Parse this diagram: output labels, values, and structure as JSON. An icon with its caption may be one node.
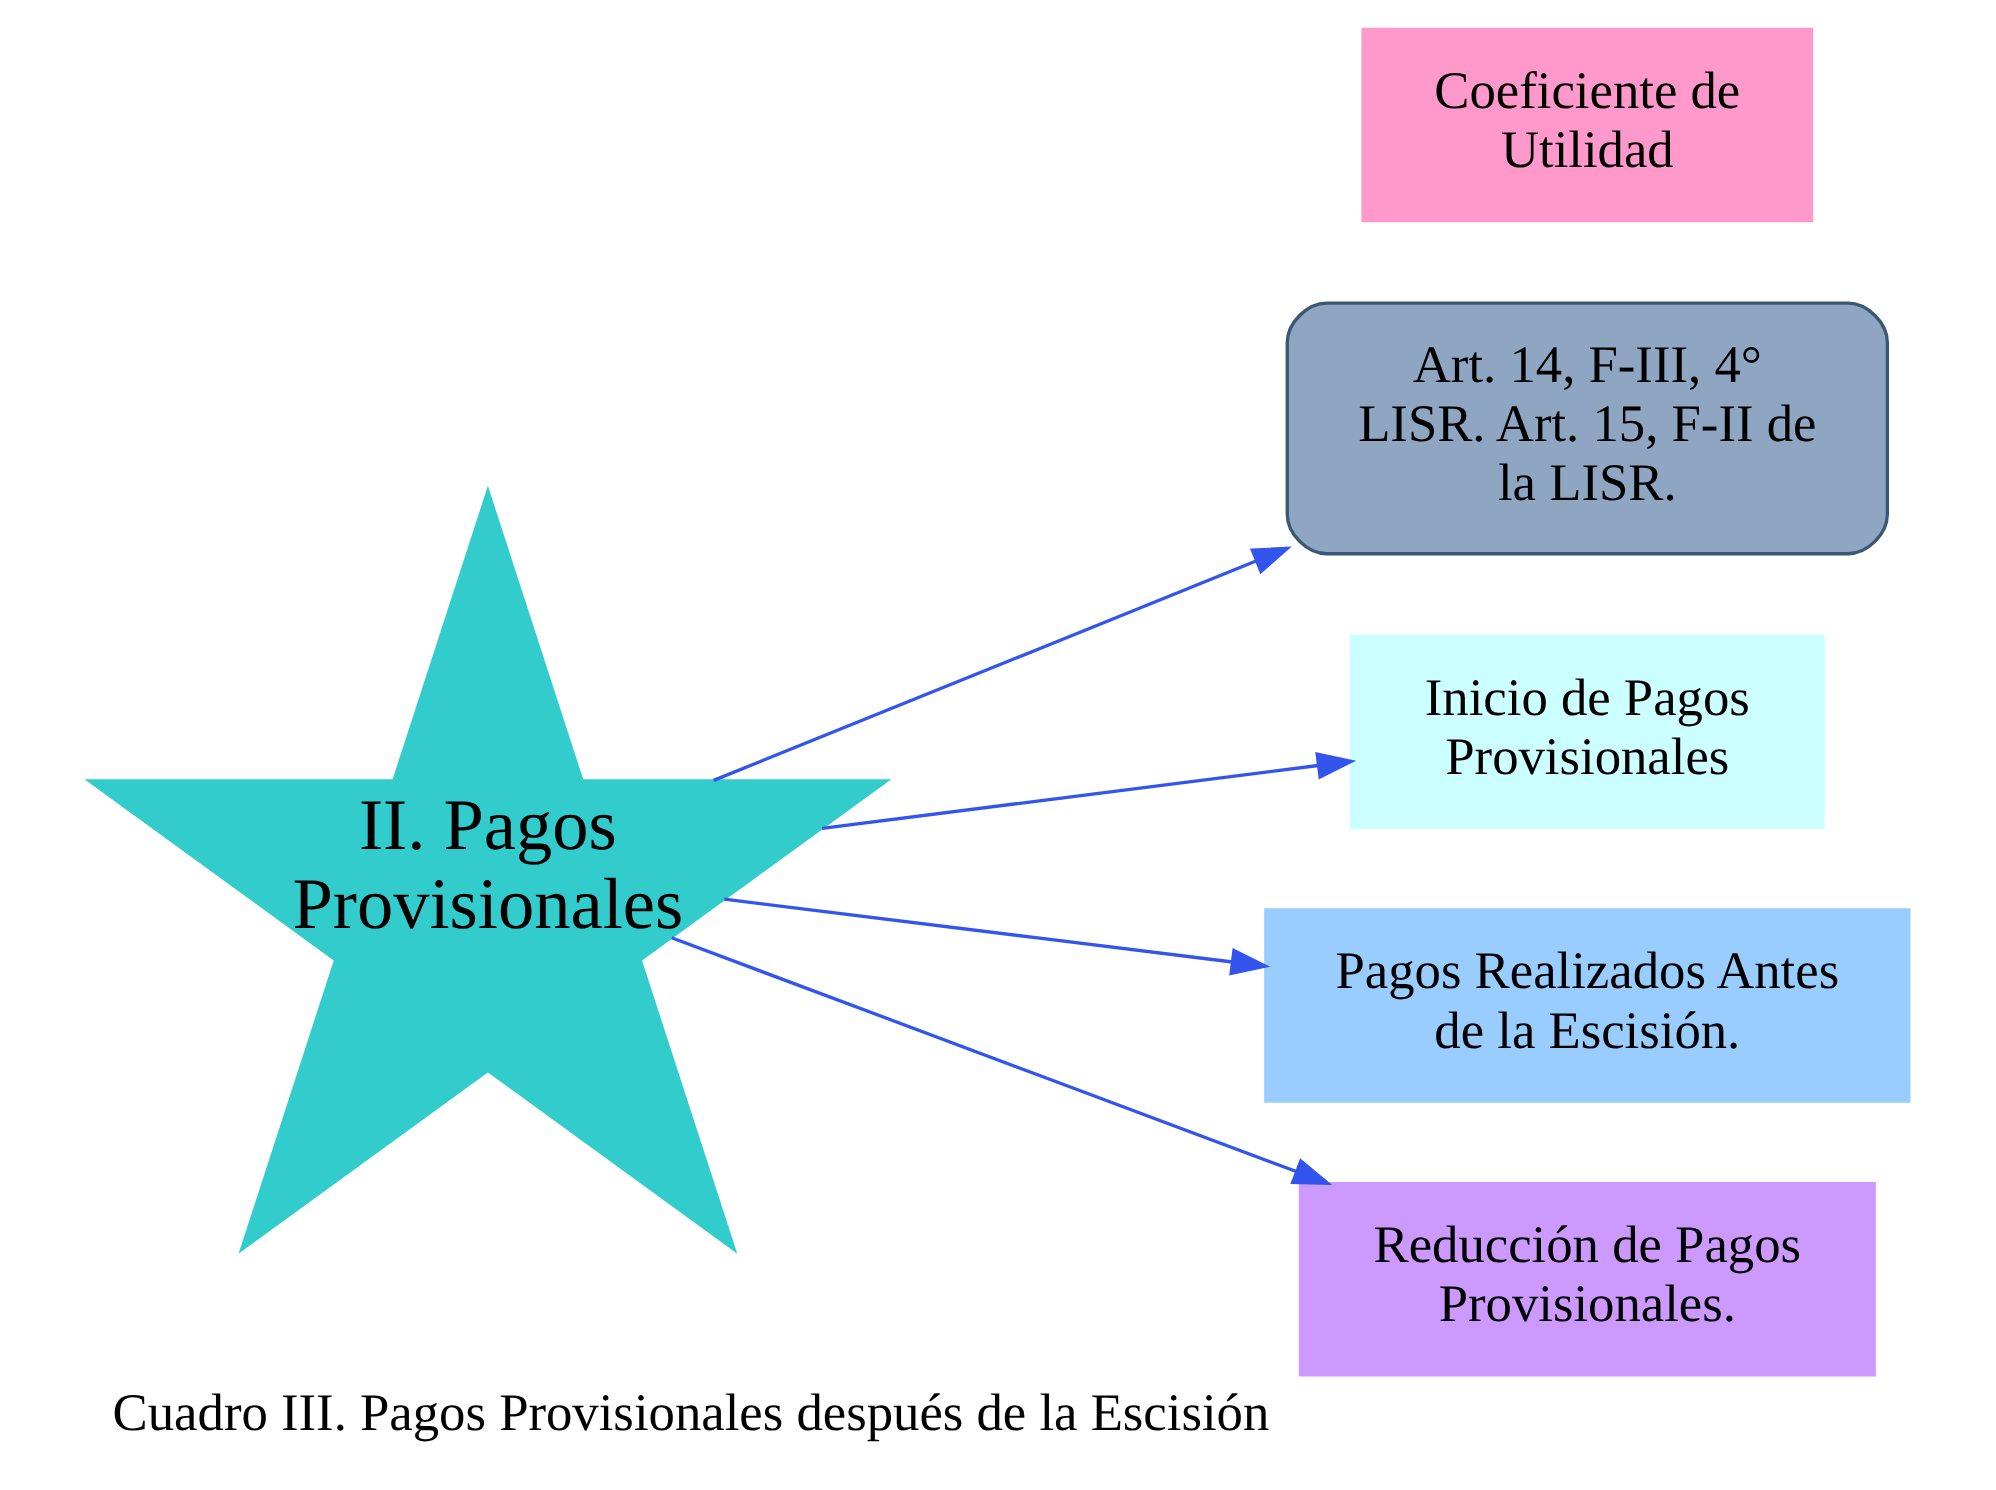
{
  "diagram": {
    "caption": "Cuadro III. Pagos Provisionales después de la Escisión",
    "nodes": [
      {
        "text": [
          "II. Pagos Provisionales"
        ]
      },
      {
        "text": [
          "Art. 14, F-III, 4° LISR. Art. 15, F-II de la LISR."
        ]
      },
      {
        "text": [
          "Inicio de Pagos Provisionales"
        ]
      },
      {
        "text": [
          "Coeficiente de Utilidad"
        ]
      },
      {
        "text": [
          "Pagos Realizados Antes de la Escisión."
        ]
      },
      {
        "text": [
          "Reducción de Pagos Provisionales."
        ]
      }
    ],
    "edges": [
      {
        "from": 0,
        "to": 1,
        "arrow": "to"
      },
      {
        "from": 0,
        "to": 2,
        "arrow": "to"
      },
      {
        "from": 0,
        "to": 4,
        "arrow": "to"
      },
      {
        "from": 0,
        "to": 5,
        "arrow": "to"
      }
    ]
  }
}
